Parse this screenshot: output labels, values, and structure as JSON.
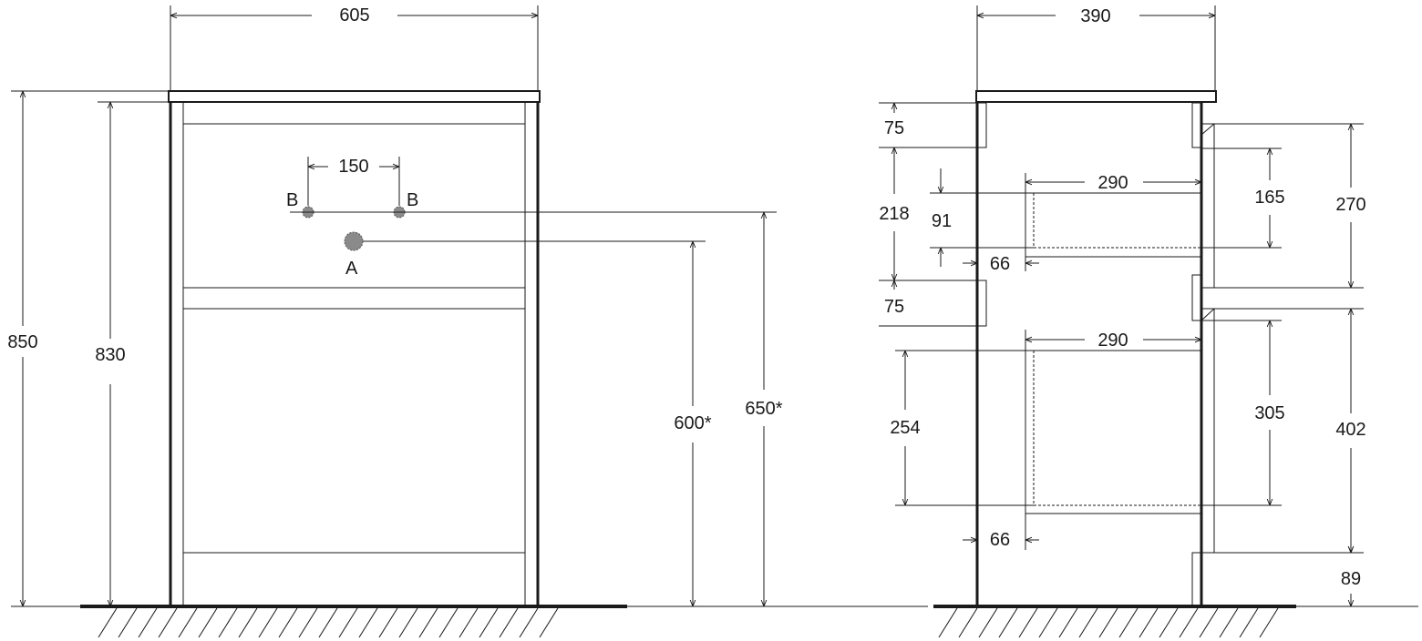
{
  "front_view": {
    "width": "605",
    "total_height": "850",
    "body_height": "830",
    "tap_spacing": "150",
    "tap_left_label": "B",
    "tap_right_label": "B",
    "drain_label": "A",
    "drain_height": "600*",
    "tap_height": "650*"
  },
  "side_view": {
    "depth": "390",
    "top_rail": "75",
    "gap_upper": "218",
    "middle_rail": "75",
    "drawer_low_offset": "254",
    "upper_drawer_depth": "290",
    "upper_drawer_inner": "91",
    "upper_drawer_setback": "66",
    "upper_drawer_height": "165",
    "upper_front_height": "270",
    "lower_drawer_depth": "290",
    "lower_drawer_height": "305",
    "lower_front_height": "402",
    "lower_drawer_setback": "66",
    "plinth": "89"
  }
}
